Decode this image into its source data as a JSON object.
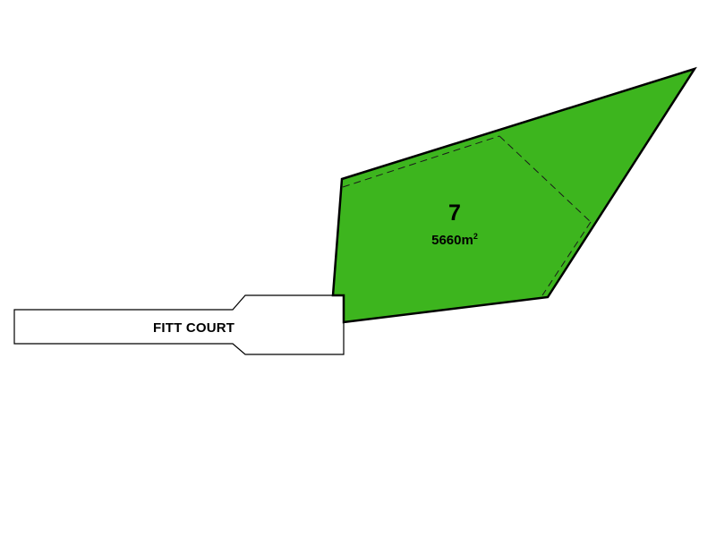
{
  "lot": {
    "number": "7",
    "area_value": "5660m",
    "area_superscript": "2",
    "fill_color": "#3db51e"
  },
  "road": {
    "name": "FITT COURT"
  }
}
